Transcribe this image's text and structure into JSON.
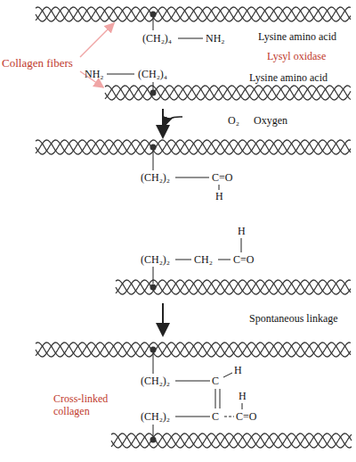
{
  "diagram": {
    "labels": [
      "Collagen fibers",
      "(CH₂)₄",
      "NH₂",
      "Lysine amino acid",
      "Lysyl oxidase",
      "NH₂",
      "(CH₂)₄",
      "Lysine amino acid",
      "O₂",
      "Oxygen",
      "(CH₂)₂",
      "C=O",
      "H",
      "H",
      "(CH₂)₂",
      "CH₂",
      "C=O",
      "Spontaneous linkage",
      "(CH₂)₂",
      "C",
      "H",
      "H",
      "Cross-linked collagen",
      "(CH₂)₂",
      "C",
      "C=O"
    ]
  }
}
